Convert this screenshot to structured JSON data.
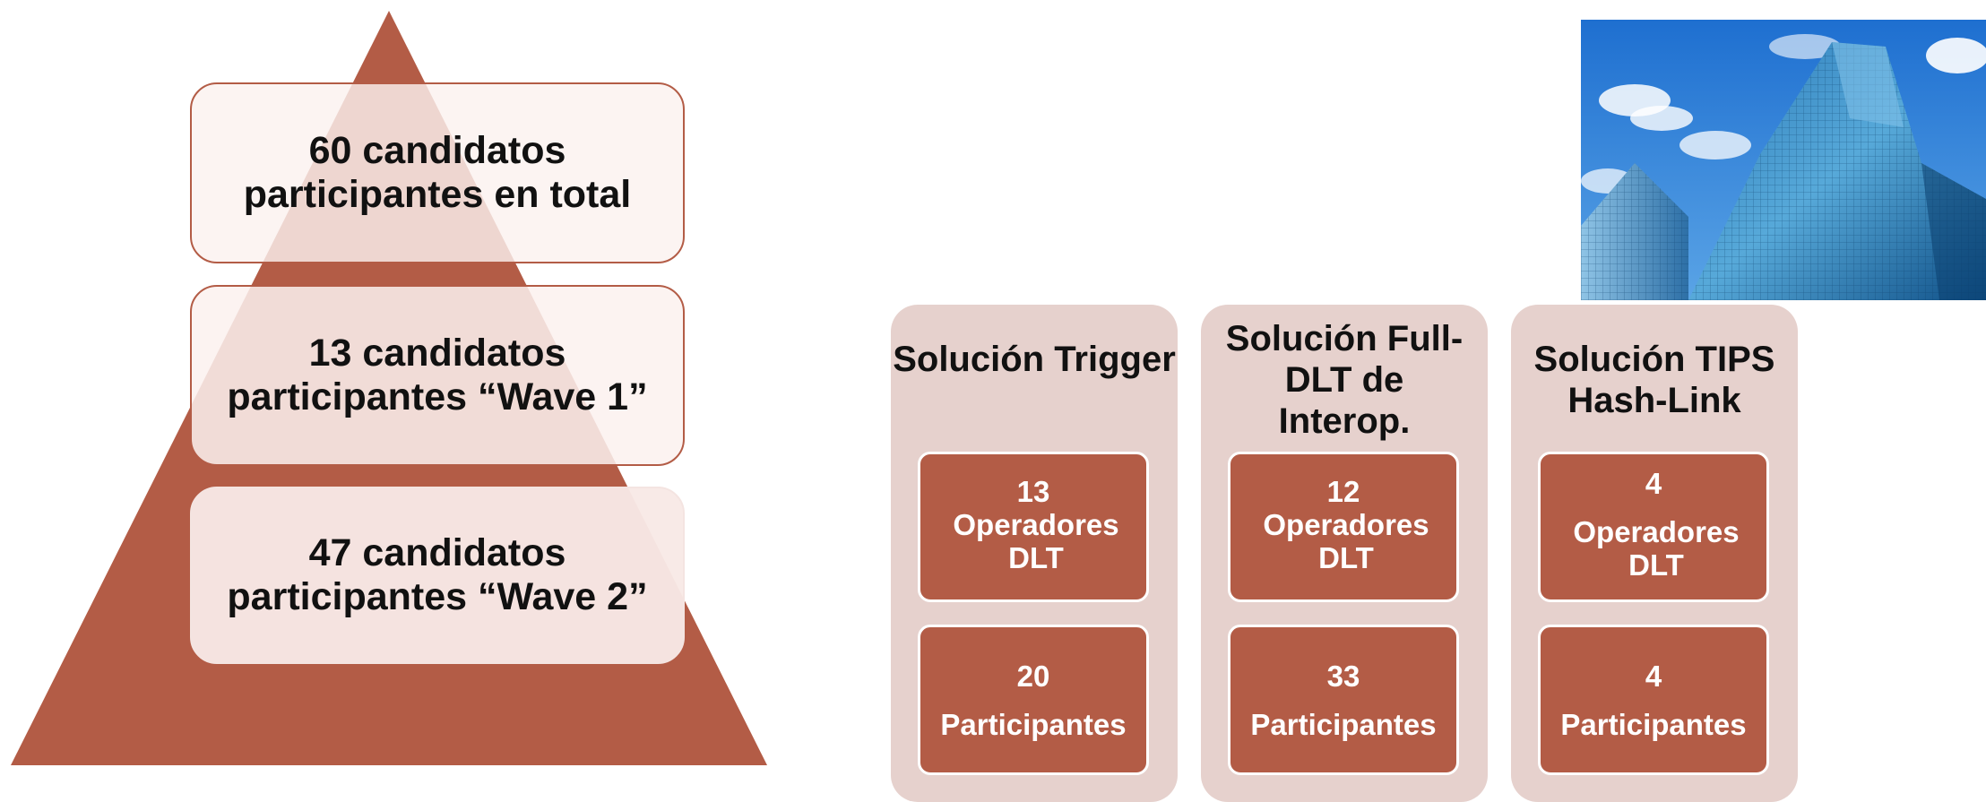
{
  "pyramid": {
    "levels": [
      "60 candidatos participantes en total",
      "13 candidatos participantes “Wave 1”",
      "47 candidatos participantes “Wave 2”"
    ],
    "color": "#b35c46"
  },
  "solutions": [
    {
      "title": "Solución Trigger",
      "operators": {
        "count": "13",
        "label": "Operadores DLT"
      },
      "participants": {
        "count": "20",
        "label": "Participantes"
      }
    },
    {
      "title": "Solución Full-DLT de Interop.",
      "operators": {
        "count": "12",
        "label": "Operadores DLT"
      },
      "participants": {
        "count": "33",
        "label": "Participantes"
      }
    },
    {
      "title": "Solución TIPS Hash-Link",
      "operators": {
        "count": "4",
        "label": "Operadores DLT"
      },
      "participants": {
        "count": "4",
        "label": "Participantes"
      }
    }
  ],
  "colors": {
    "accent": "#b35c46",
    "panel": "#e6d1cd",
    "box_fill": "#fbf1ef"
  },
  "image": {
    "subject": "glass-skyscraper-photo"
  }
}
